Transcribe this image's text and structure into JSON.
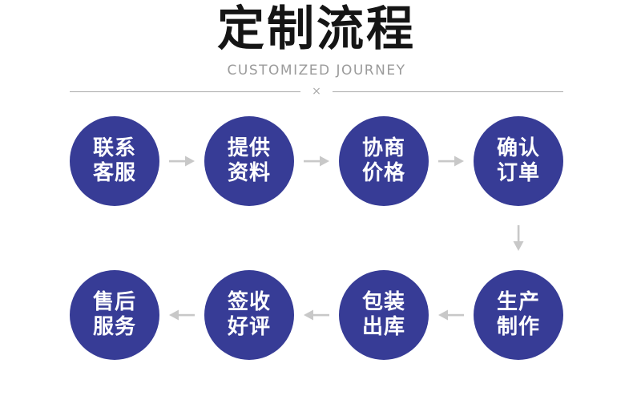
{
  "page": {
    "title": "定制流程",
    "subtitle": "CUSTOMIZED JOURNEY",
    "divider_mark": "×"
  },
  "flow": {
    "row1": [
      {
        "line1": "联系",
        "line2": "客服"
      },
      {
        "line1": "提供",
        "line2": "资料"
      },
      {
        "line1": "协商",
        "line2": "价格"
      },
      {
        "line1": "确认",
        "line2": "订单"
      }
    ],
    "row2": [
      {
        "line1": "售后",
        "line2": "服务"
      },
      {
        "line1": "签收",
        "line2": "好评"
      },
      {
        "line1": "包装",
        "line2": "出库"
      },
      {
        "line1": "生产",
        "line2": "制作"
      }
    ]
  },
  "colors": {
    "circle": "#373c96",
    "circle_text": "#ffffff",
    "arrow": "#c8c8c8",
    "title": "#151515",
    "subtitle": "#9b9b9b",
    "divider": "#a9a9a9"
  }
}
